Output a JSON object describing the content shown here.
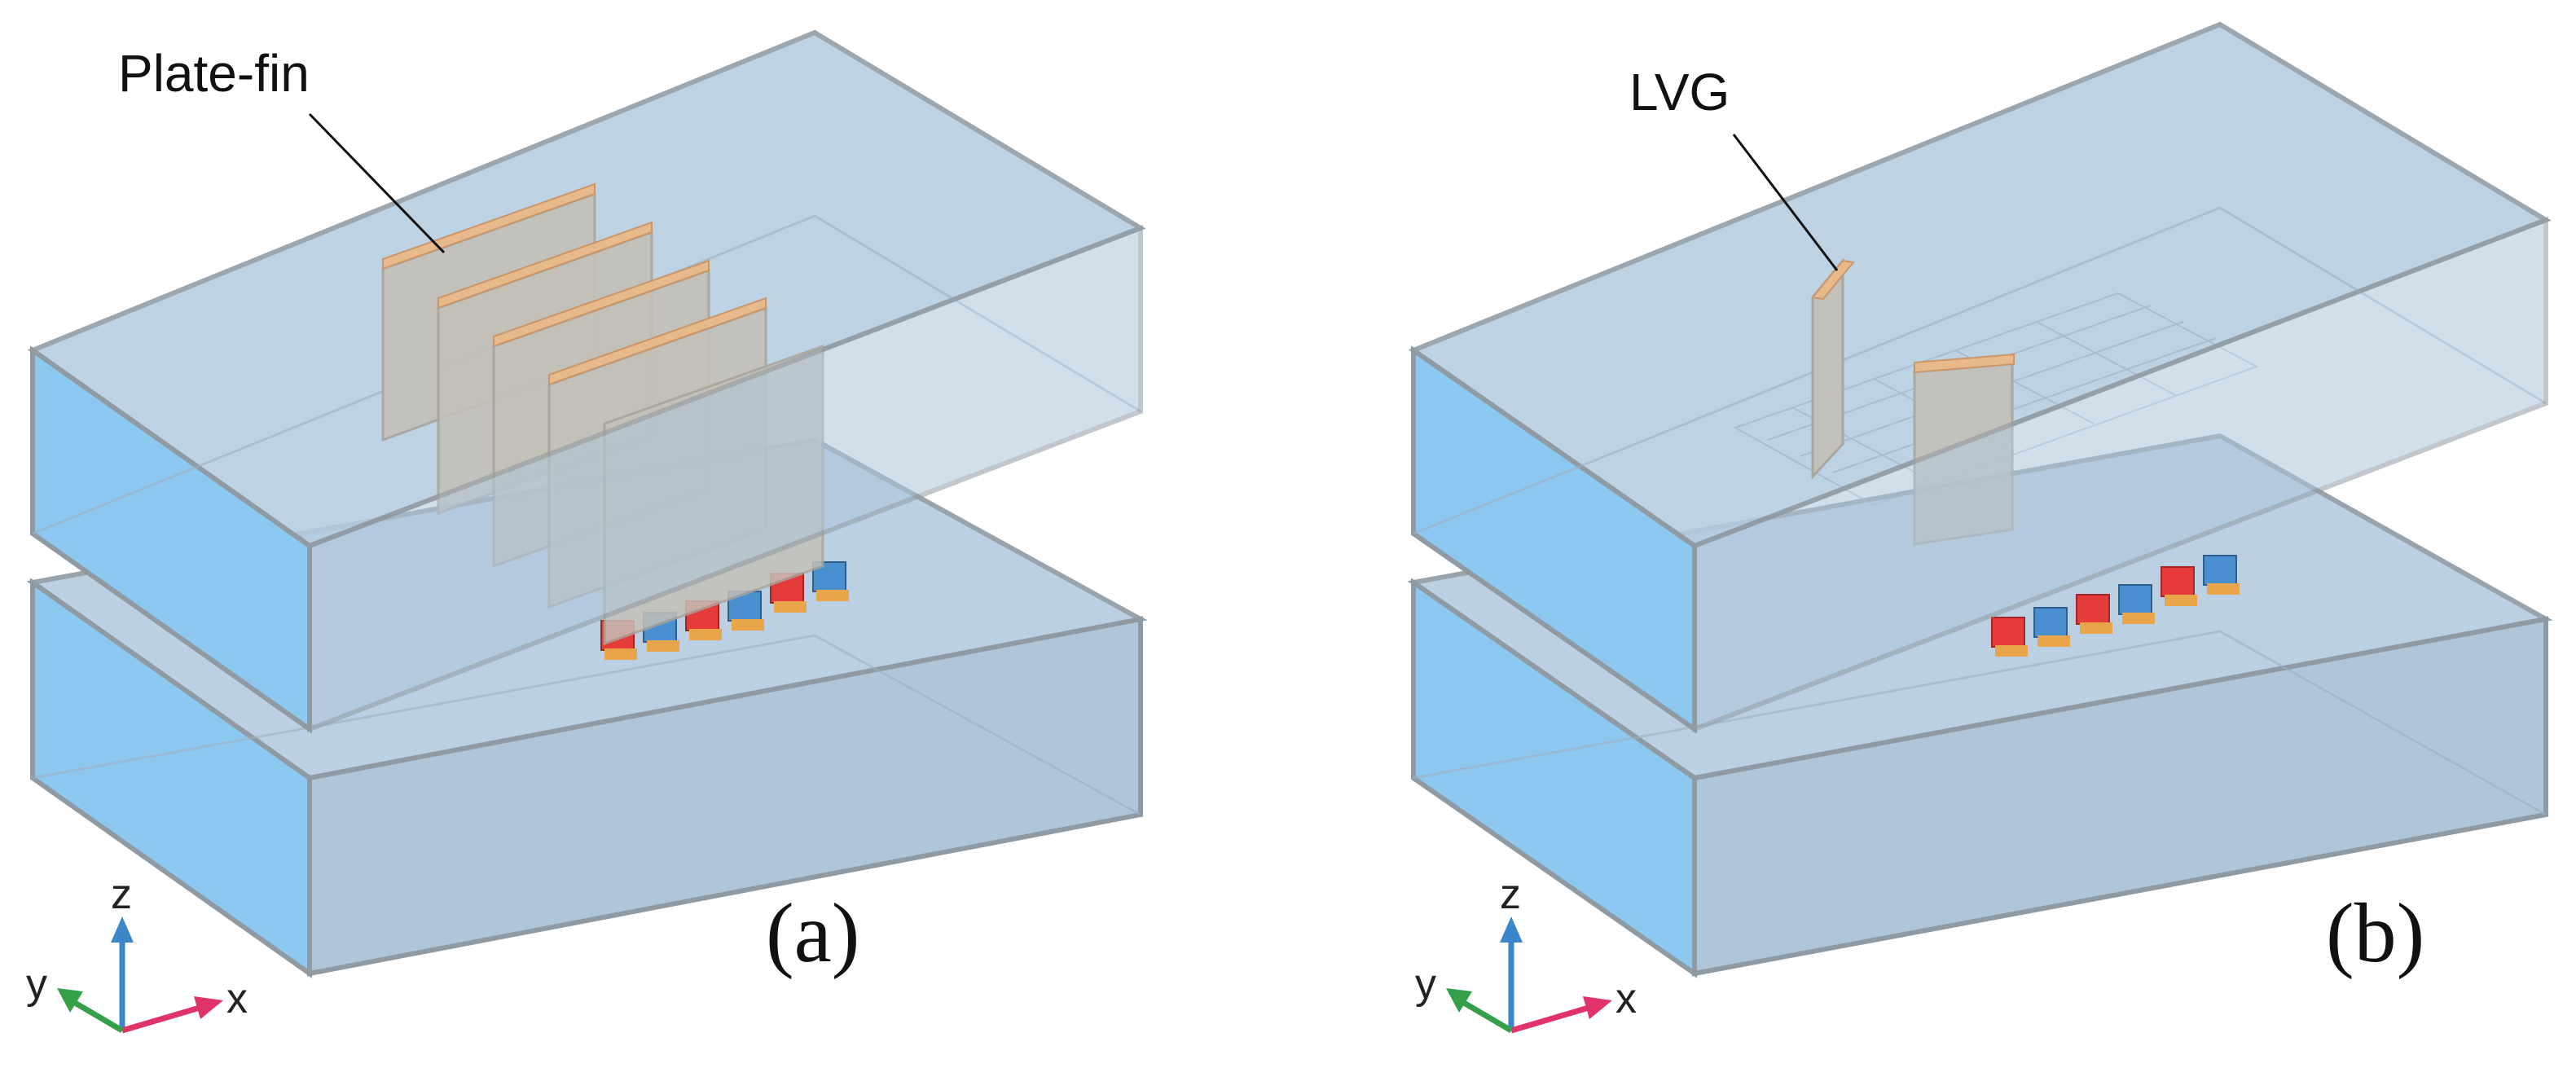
{
  "panel_a": {
    "caption": "(a)",
    "callout": "Plate-fin"
  },
  "panel_b": {
    "caption": "(b)",
    "callout": "LVG"
  },
  "triad": {
    "z_label": "z",
    "y_label": "y",
    "x_label": "x"
  },
  "colors": {
    "channel_fill": "#a9c6dd",
    "channel_edge": "#8f9aa3",
    "inlet_face": "#7fbdea",
    "fin_face": "#c4c0b8",
    "fin_top": "#e8b98a",
    "chip_red": "#e63b3b",
    "chip_blue": "#4a8fd0",
    "chip_orange": "#e9a54b",
    "axis_z": "#3a86c8",
    "axis_x": "#e0336a",
    "axis_y": "#35a04a"
  }
}
